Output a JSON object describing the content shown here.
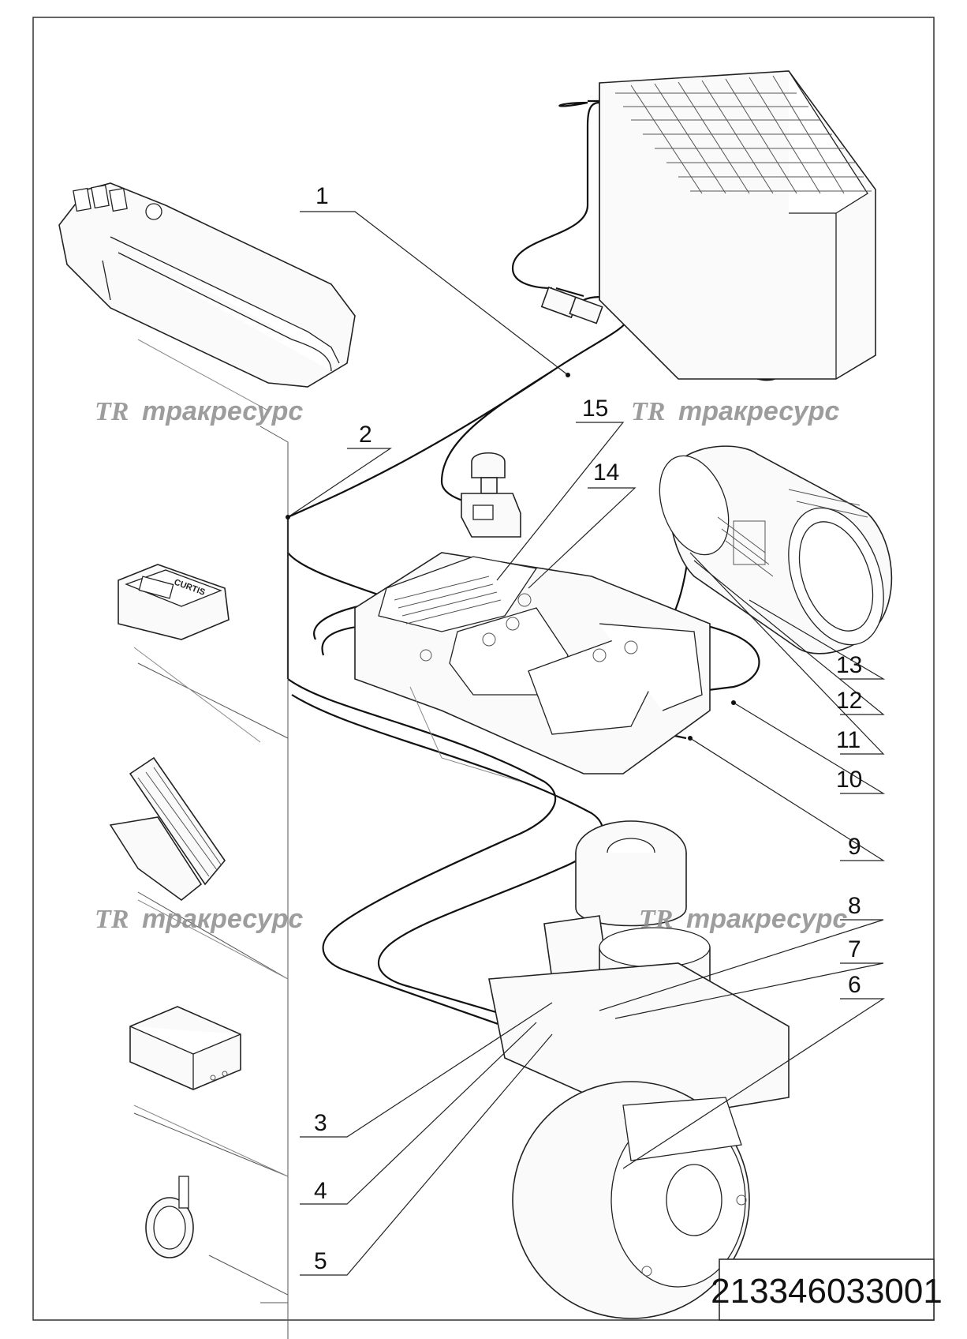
{
  "diagram": {
    "callouts": [
      "1",
      "2",
      "3",
      "4",
      "5",
      "6",
      "7",
      "8",
      "9",
      "10",
      "11",
      "12",
      "13",
      "14",
      "15"
    ],
    "drawing_number": "213346033001",
    "watermark_logo": "TR",
    "watermark_text": "тракресурс",
    "display_brand": "CURTIS"
  }
}
